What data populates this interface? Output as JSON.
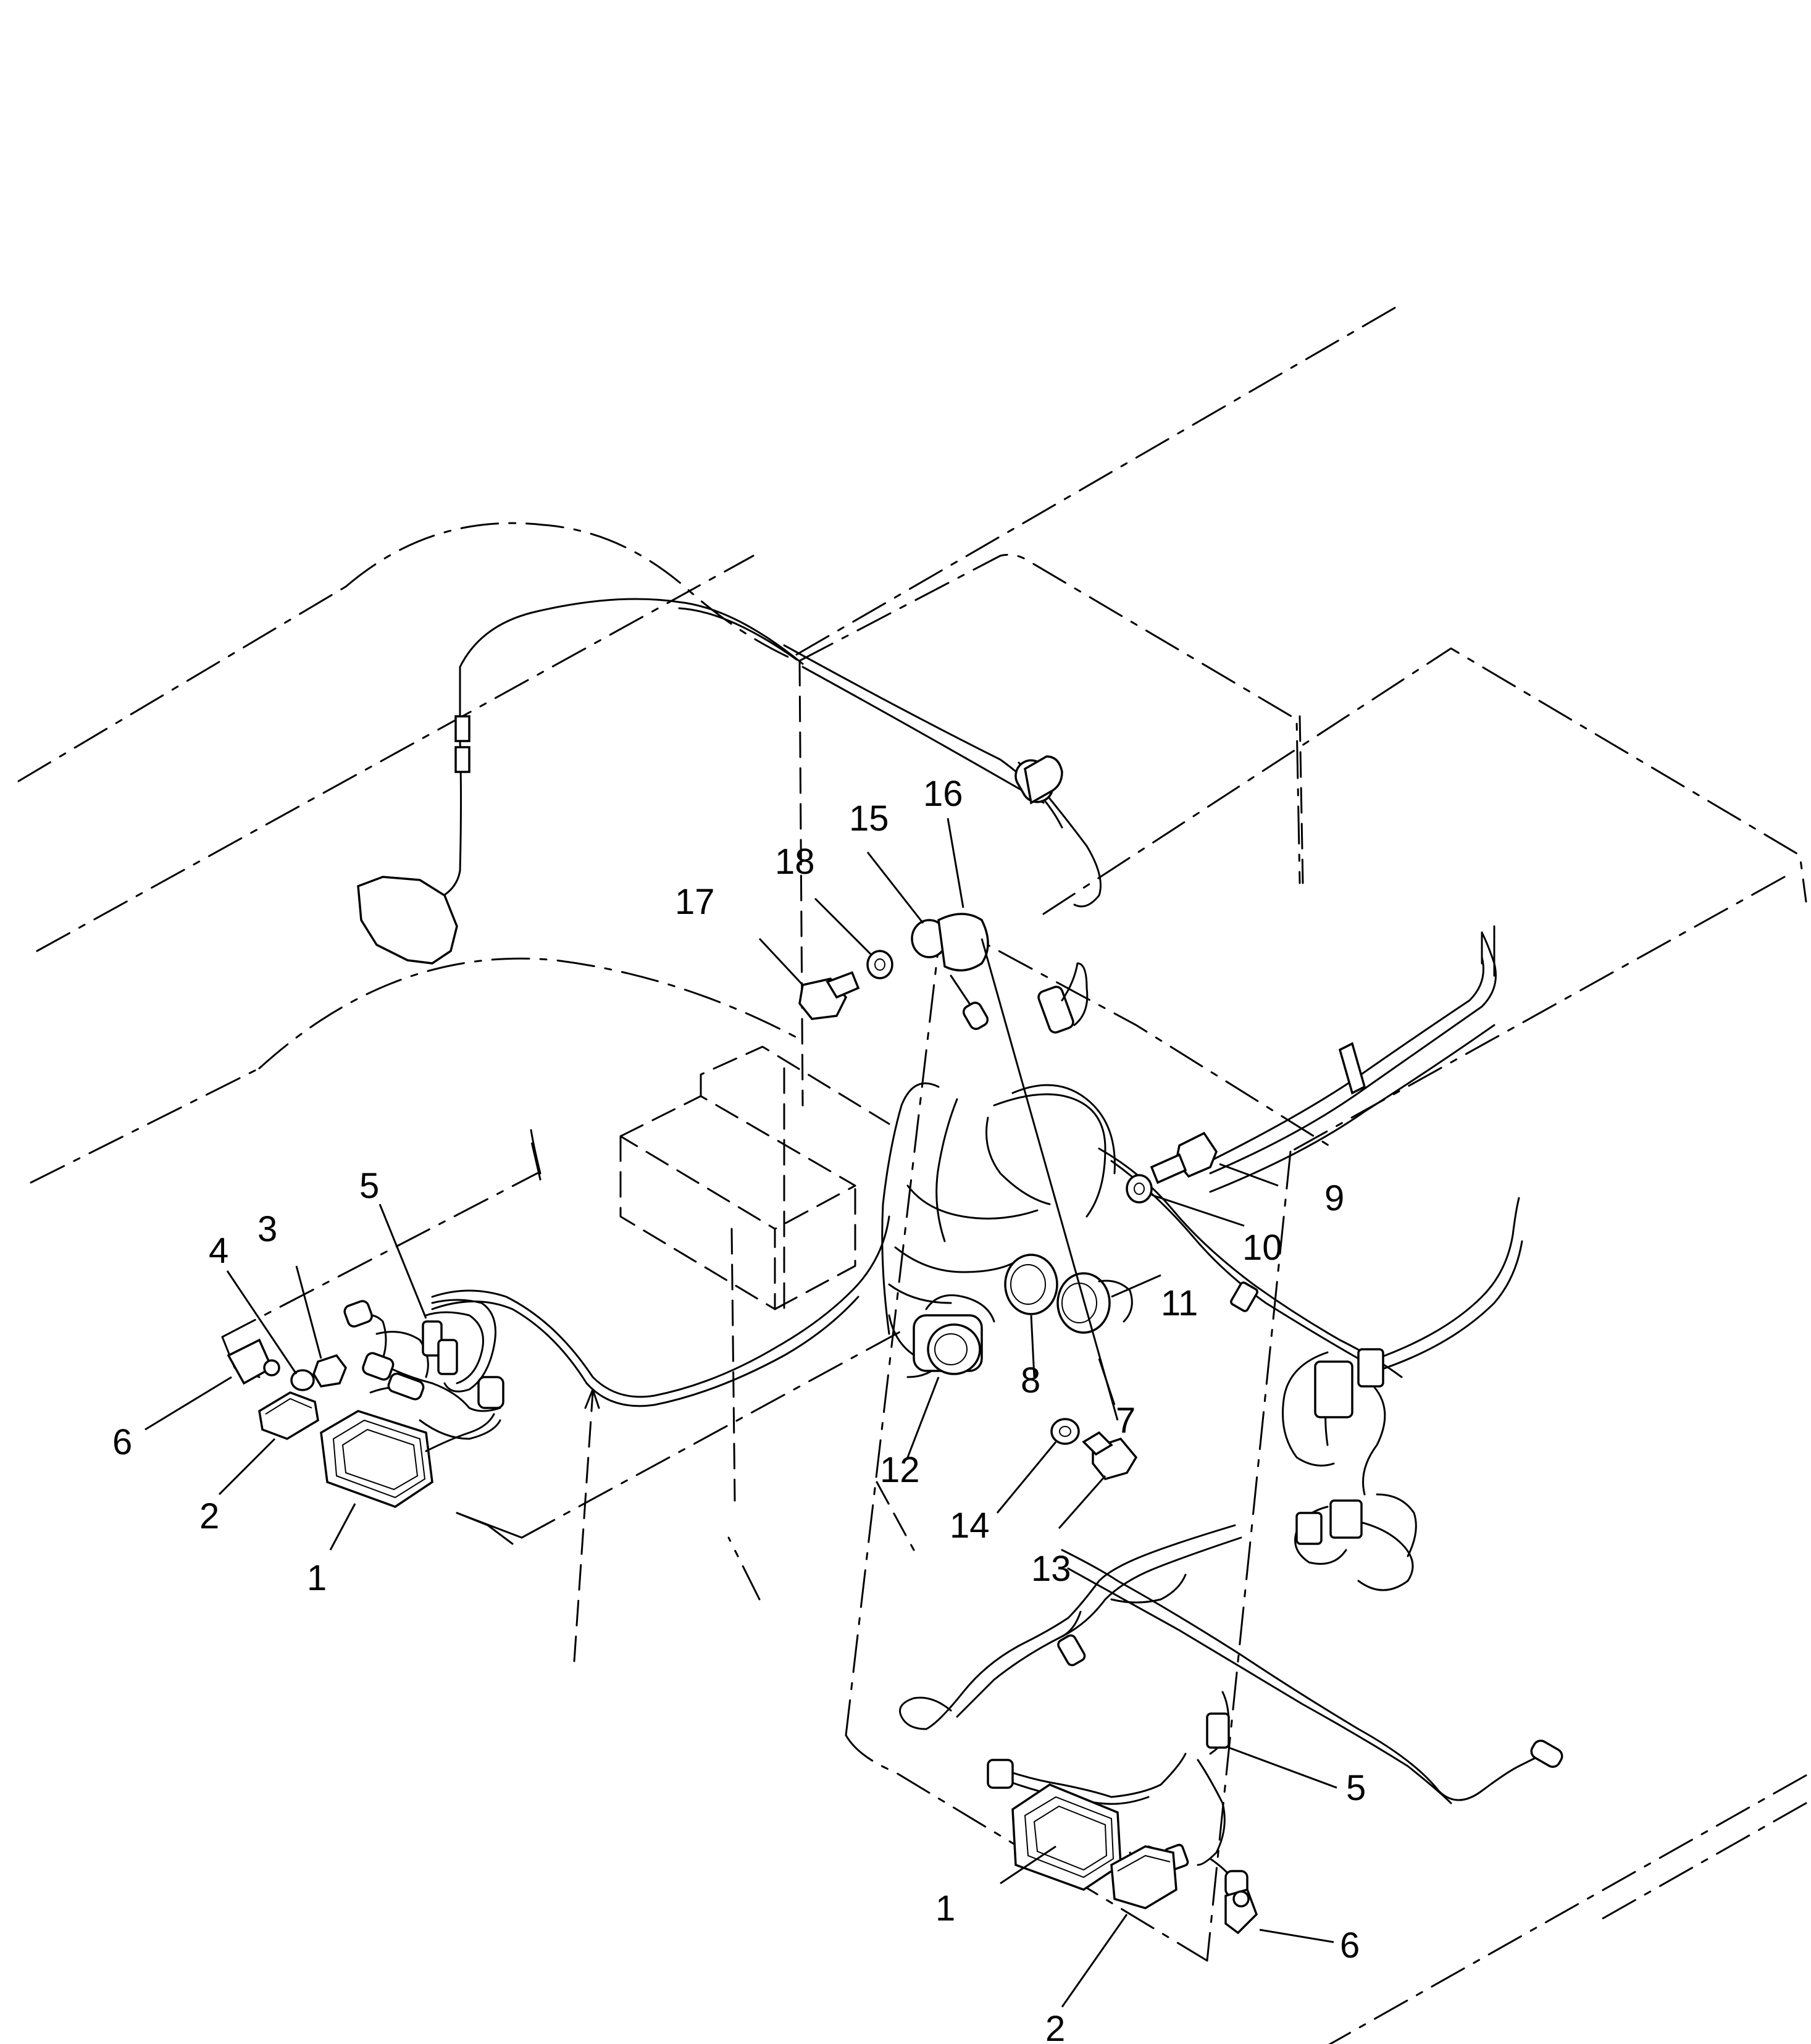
{
  "callouts": {
    "c1a": "1",
    "c2a": "2",
    "c3": "3",
    "c4": "4",
    "c5a": "5",
    "c6a": "6",
    "c7": "7",
    "c8": "8",
    "c9": "9",
    "c10": "10",
    "c11": "11",
    "c12": "12",
    "c13": "13",
    "c14": "14",
    "c15": "15",
    "c16": "16",
    "c17": "17",
    "c18": "18",
    "c1b": "1",
    "c2b": "2",
    "c5b": "5",
    "c6b": "6"
  },
  "icons": {
    "work-lamp": "rectangular lamp with lens",
    "side-lamp": "small rectangular lamp",
    "bracket": "mounting bracket",
    "bolt": "hex bolt",
    "washer": "flat washer",
    "horn": "round horn",
    "battery": "battery box",
    "connector": "wire connector"
  }
}
